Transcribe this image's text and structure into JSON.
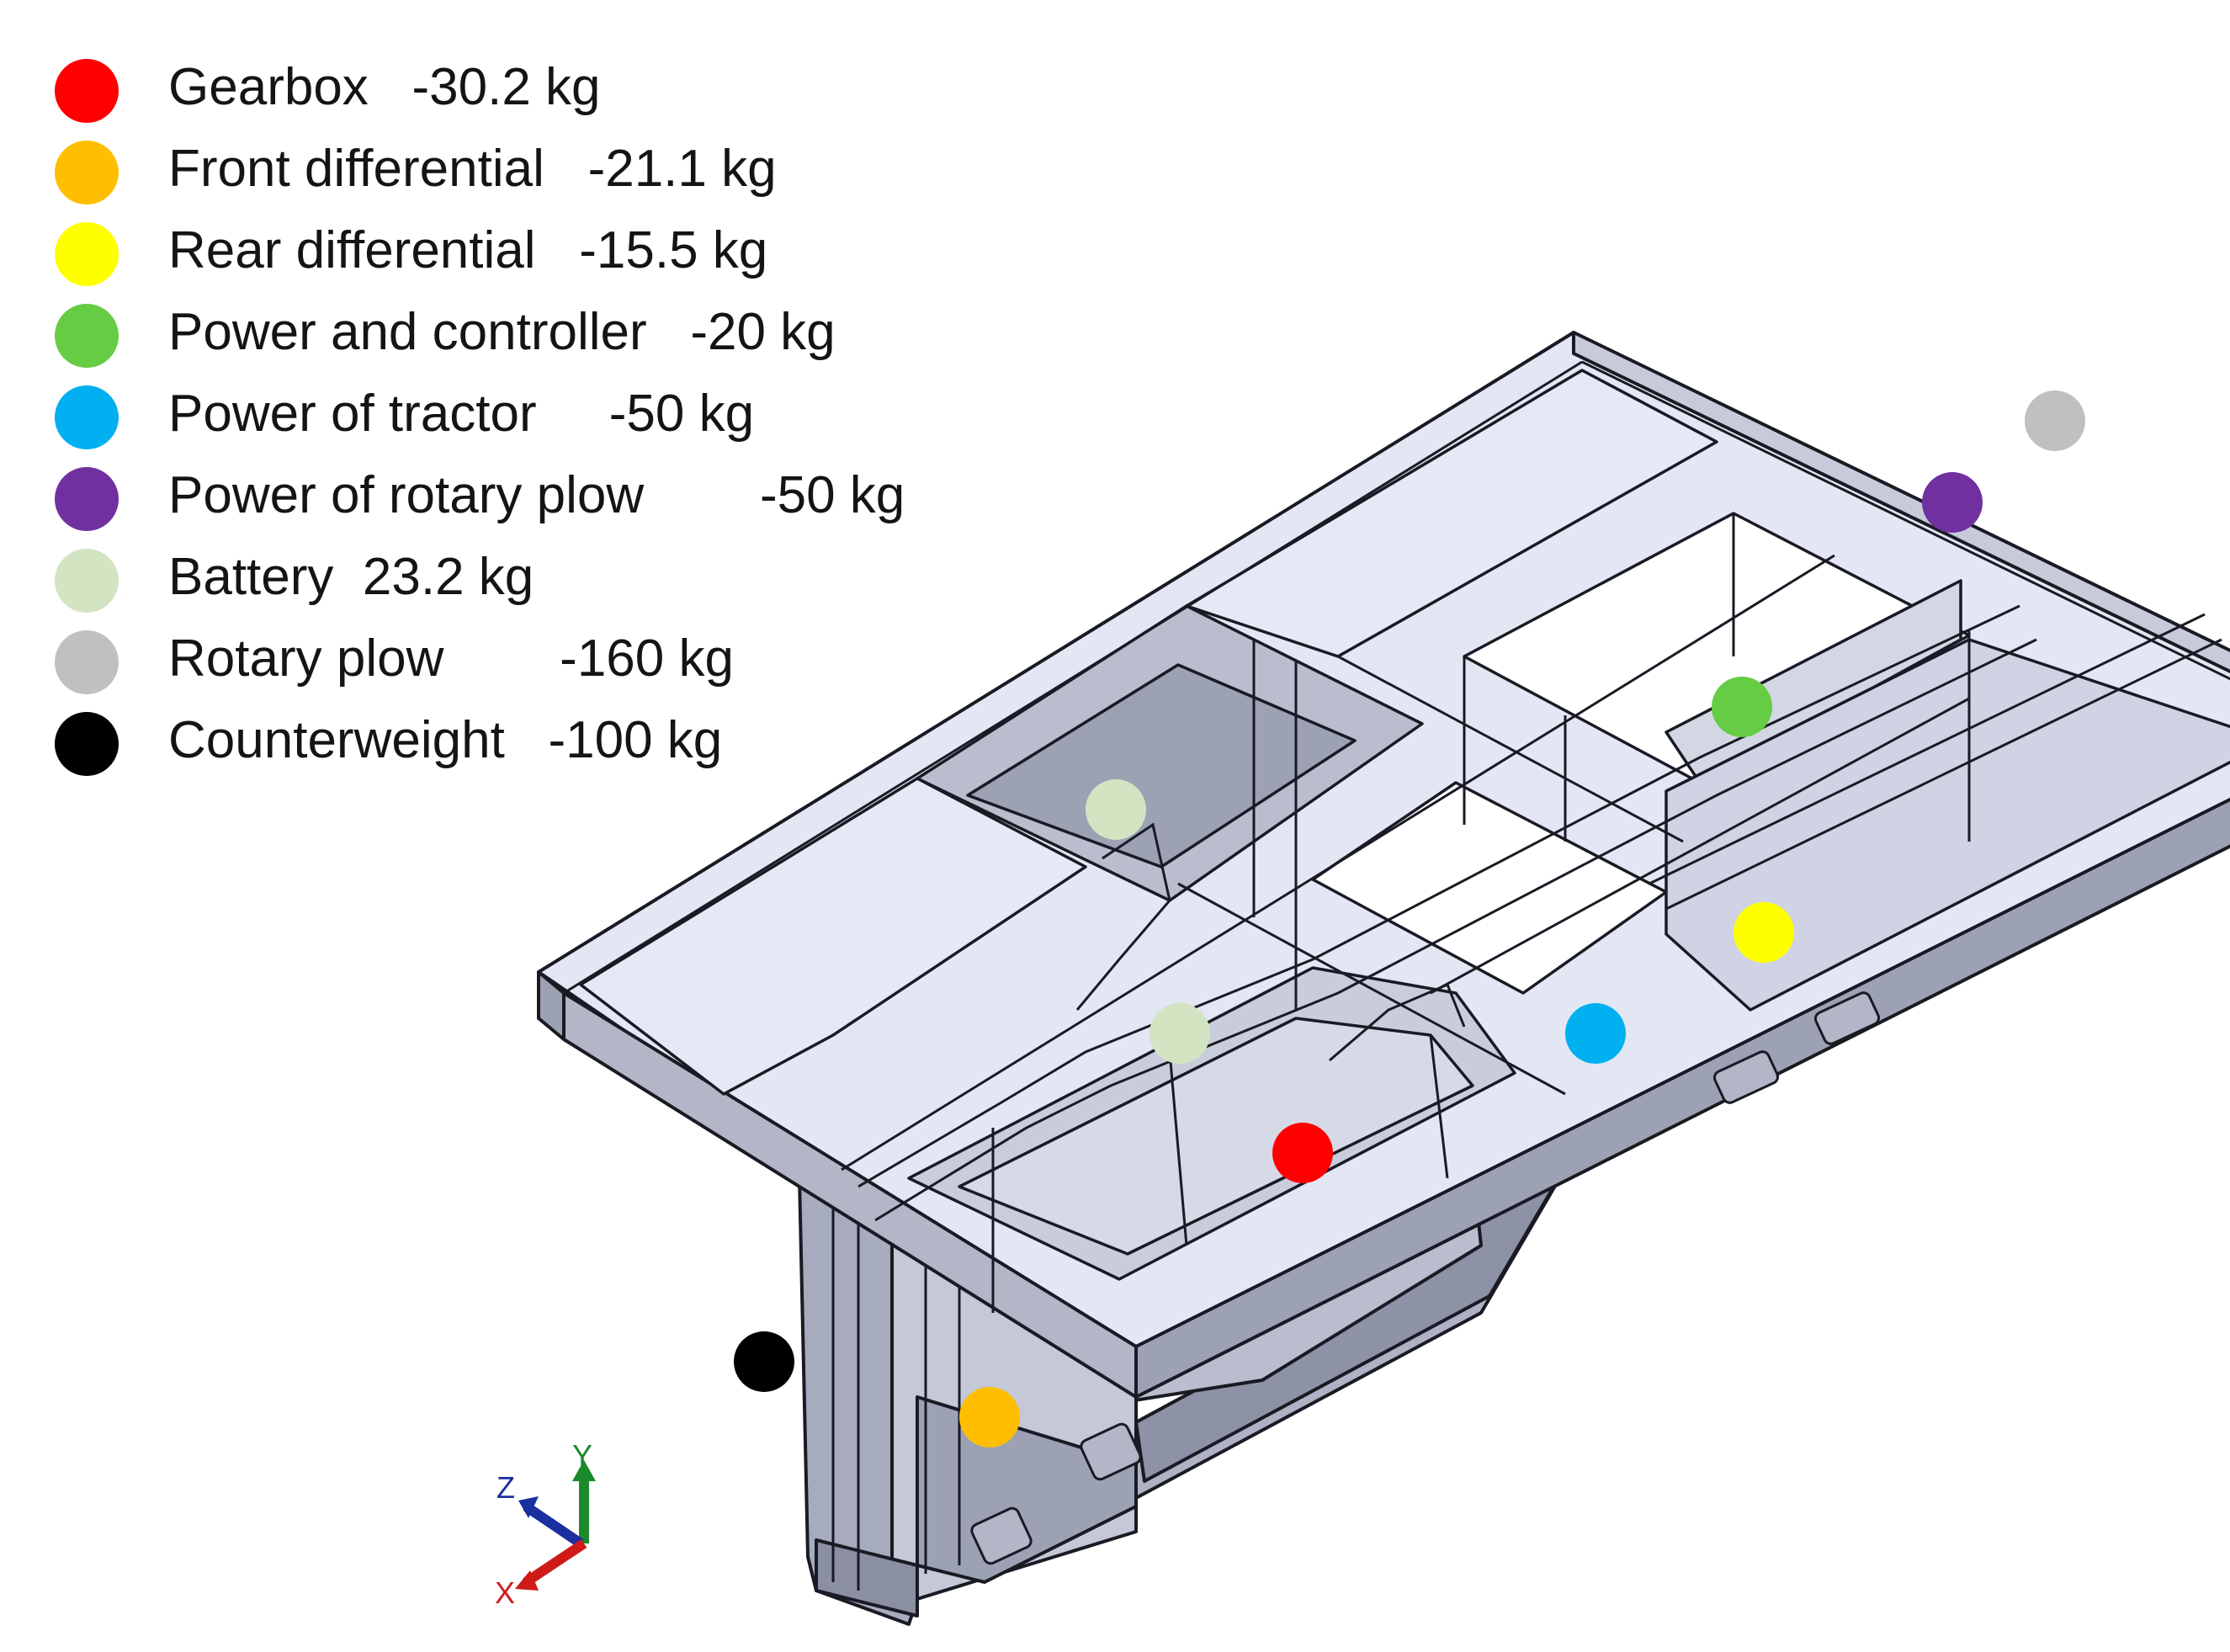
{
  "legend": [
    {
      "label": "Gearbox",
      "mass": "-30.2 kg",
      "gap": "   ",
      "color": "#ff0000"
    },
    {
      "label": "Front differential",
      "mass": "-21.1 kg",
      "gap": "   ",
      "color": "#ffbf00"
    },
    {
      "label": "Rear differential",
      "mass": "-15.5 kg",
      "gap": "   ",
      "color": "#ffff00"
    },
    {
      "label": "Power and controller",
      "mass": "-20 kg",
      "gap": "   ",
      "color": "#66cc44"
    },
    {
      "label": "Power of tractor",
      "mass": "-50 kg",
      "gap": "     ",
      "color": "#00b0f0"
    },
    {
      "label": "Power of rotary plow",
      "mass": "-50 kg",
      "gap": "        ",
      "color": "#7030a0"
    },
    {
      "label": "Battery",
      "mass": "23.2 kg",
      "gap": "  ",
      "color": "#d3e4c2"
    },
    {
      "label": "Rotary plow",
      "mass": "-160 kg",
      "gap": "        ",
      "color": "#c0c0c0"
    },
    {
      "label": "Counterweight",
      "mass": "-100 kg",
      "gap": "   ",
      "color": "#000000"
    }
  ],
  "markers": [
    {
      "name": "gearbox-marker",
      "color": "#ff0000"
    },
    {
      "name": "front-differential-marker",
      "color": "#ffbf00"
    },
    {
      "name": "rear-differential-marker",
      "color": "#ffff00"
    },
    {
      "name": "power-controller-marker",
      "color": "#66cc44"
    },
    {
      "name": "power-tractor-marker",
      "color": "#00b0f0"
    },
    {
      "name": "power-rotary-plow-marker",
      "color": "#7030a0"
    },
    {
      "name": "battery-marker-1",
      "color": "#d3e4c2"
    },
    {
      "name": "battery-marker-2",
      "color": "#d3e4c2"
    },
    {
      "name": "rotary-plow-marker",
      "color": "#c0c0c0"
    },
    {
      "name": "counterweight-marker",
      "color": "#000000"
    }
  ],
  "axes": {
    "x": "X",
    "y": "Y",
    "z": "Z"
  },
  "colors": {
    "frame_fill": "#e3e6f3",
    "frame_side": "#9ca1b4",
    "frame_edge": "#1a1a24",
    "inner": "#cfd3e3"
  }
}
